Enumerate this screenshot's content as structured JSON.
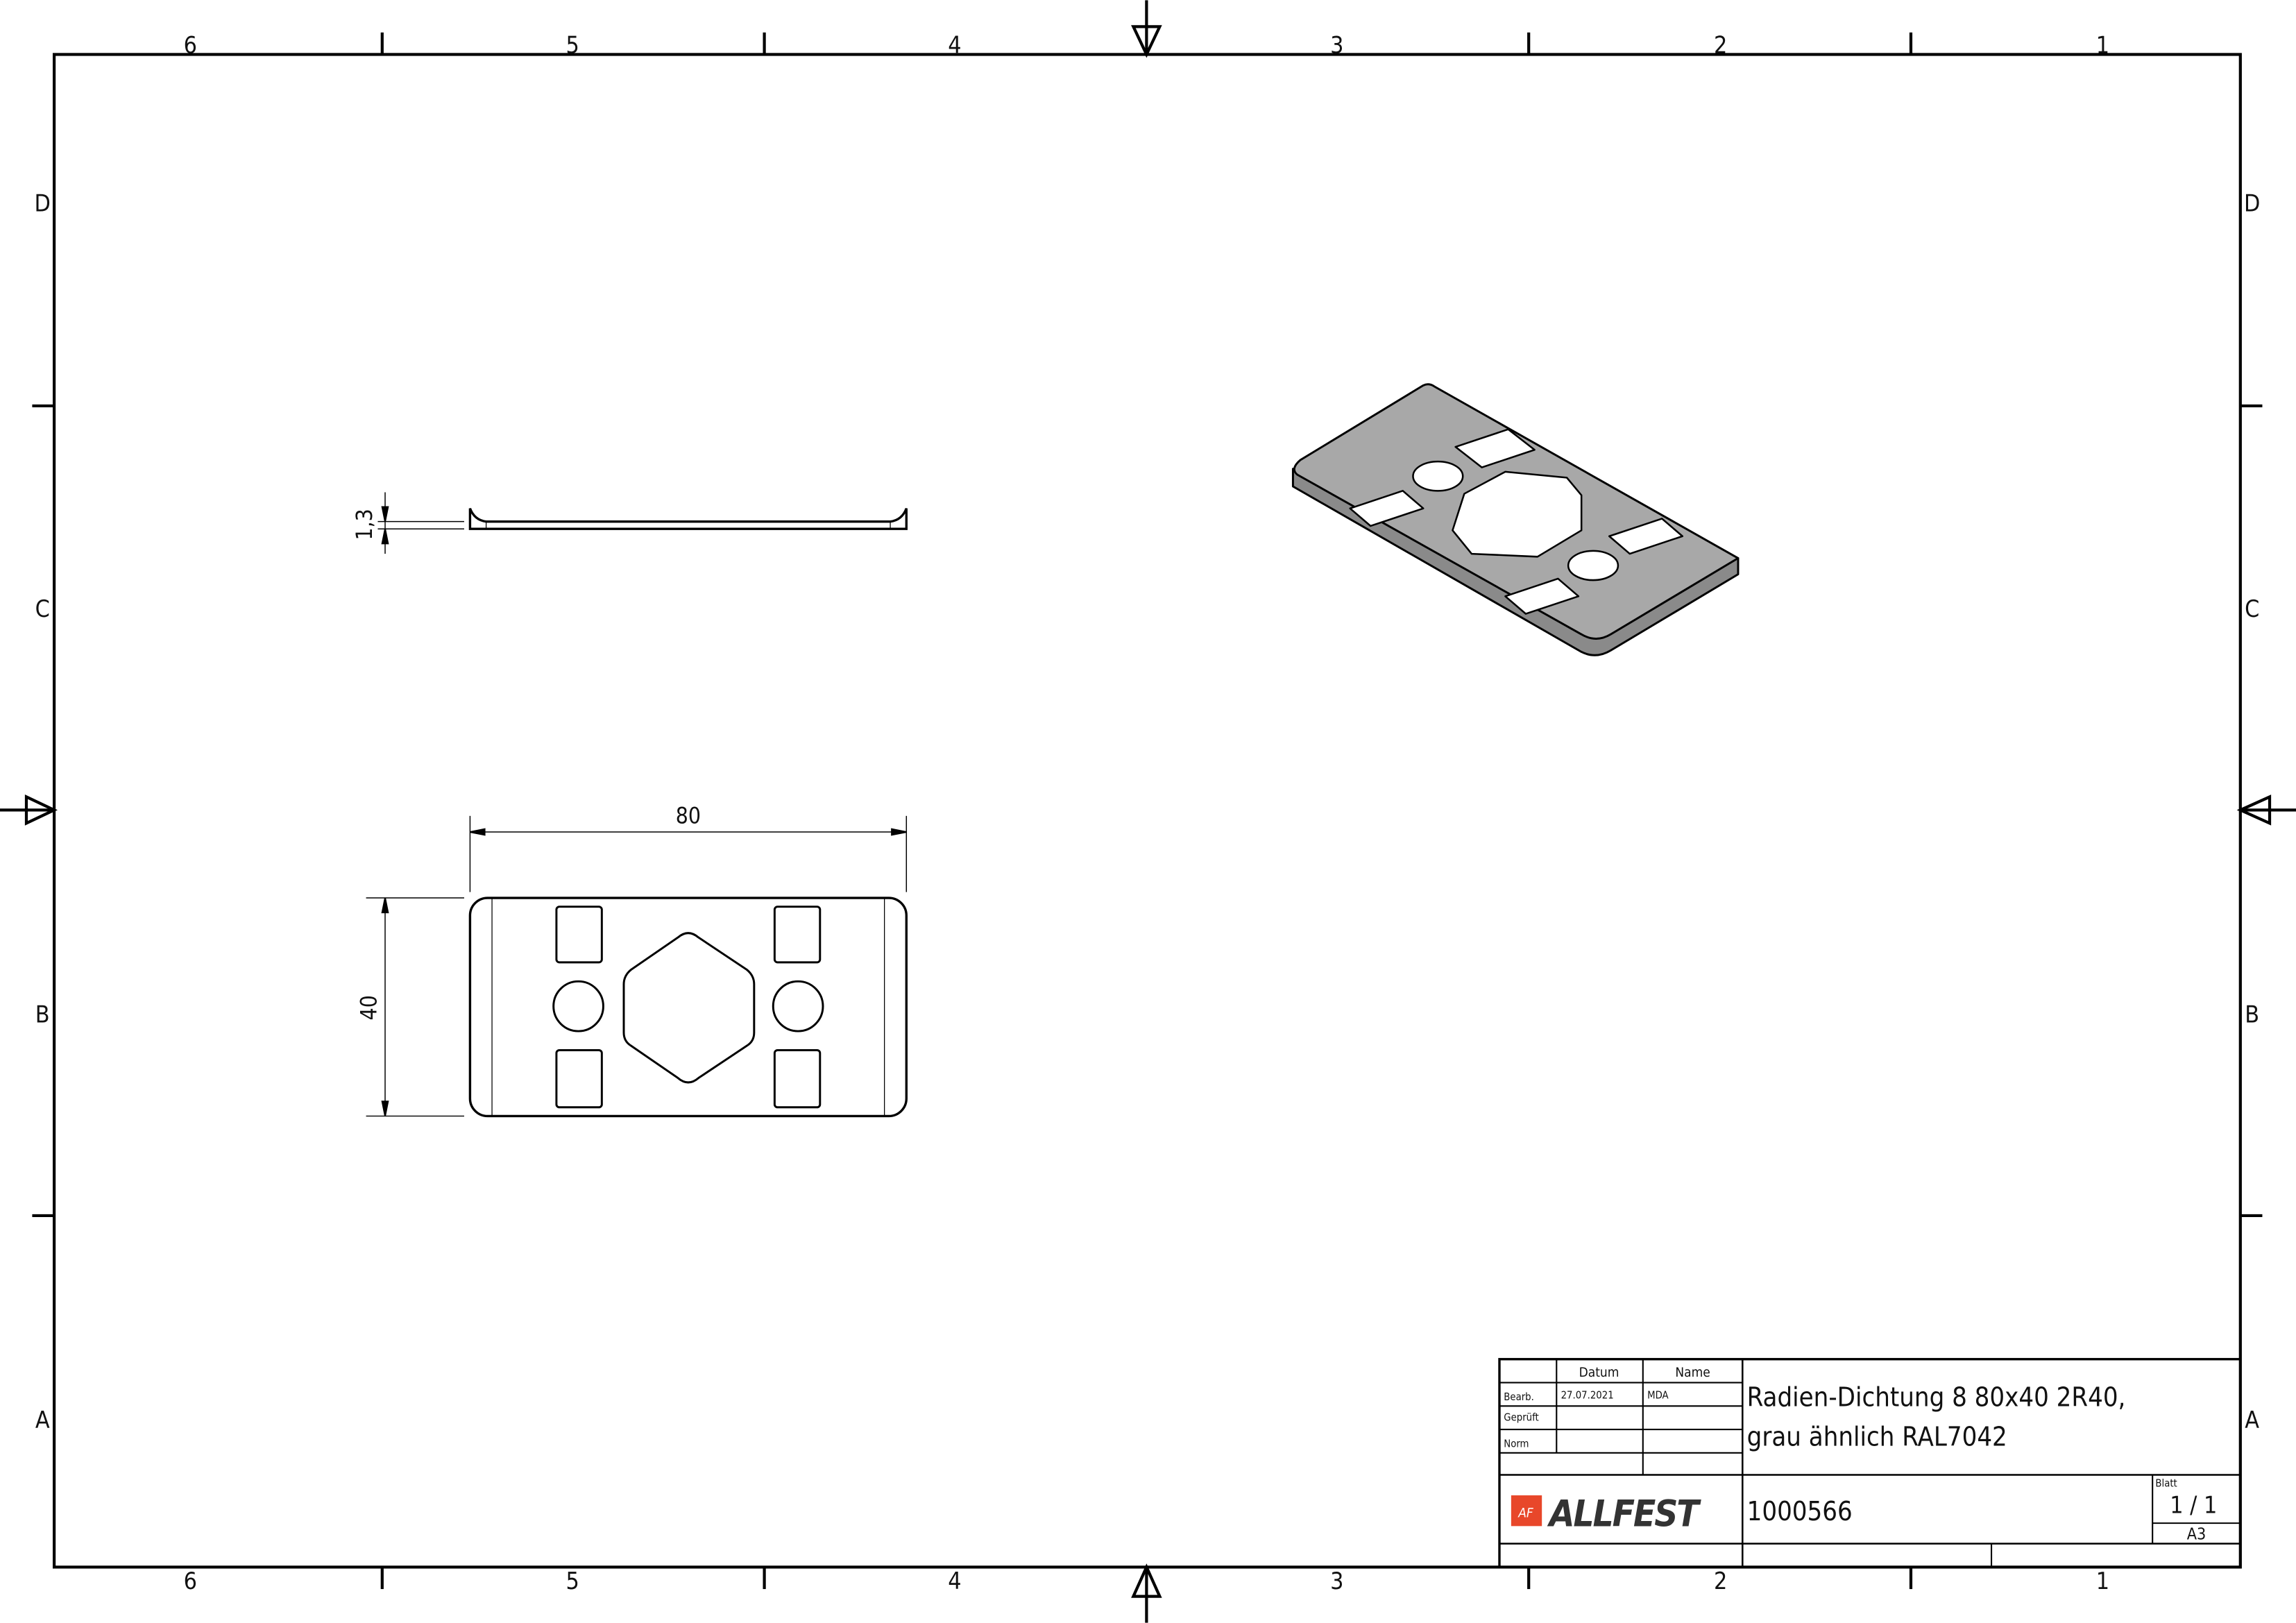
{
  "zones": {
    "columns": [
      "6",
      "5",
      "4",
      "3",
      "2",
      "1"
    ],
    "rows": [
      "D",
      "C",
      "B",
      "A"
    ]
  },
  "dimensions": {
    "thickness": "1,3",
    "width": "80",
    "height": "40"
  },
  "title_block": {
    "header_date": "Datum",
    "header_name": "Name",
    "row_labels": [
      "Bearb.",
      "Geprüft",
      "Norm"
    ],
    "bearb_date": "27.07.2021",
    "bearb_name": "MDA",
    "title_line1": "Radien-Dichtung 8 80x40 2R40,",
    "title_line2": "grau ähnlich RAL7042",
    "drawing_number": "1000566",
    "sheet_label": "Blatt",
    "sheet": "1 / 1",
    "format": "A3",
    "logo_text": "ALLFEST",
    "logo_mark": "AF"
  },
  "colors": {
    "logo_red": "#e8472a",
    "part_gray": "#a8a8a8"
  }
}
